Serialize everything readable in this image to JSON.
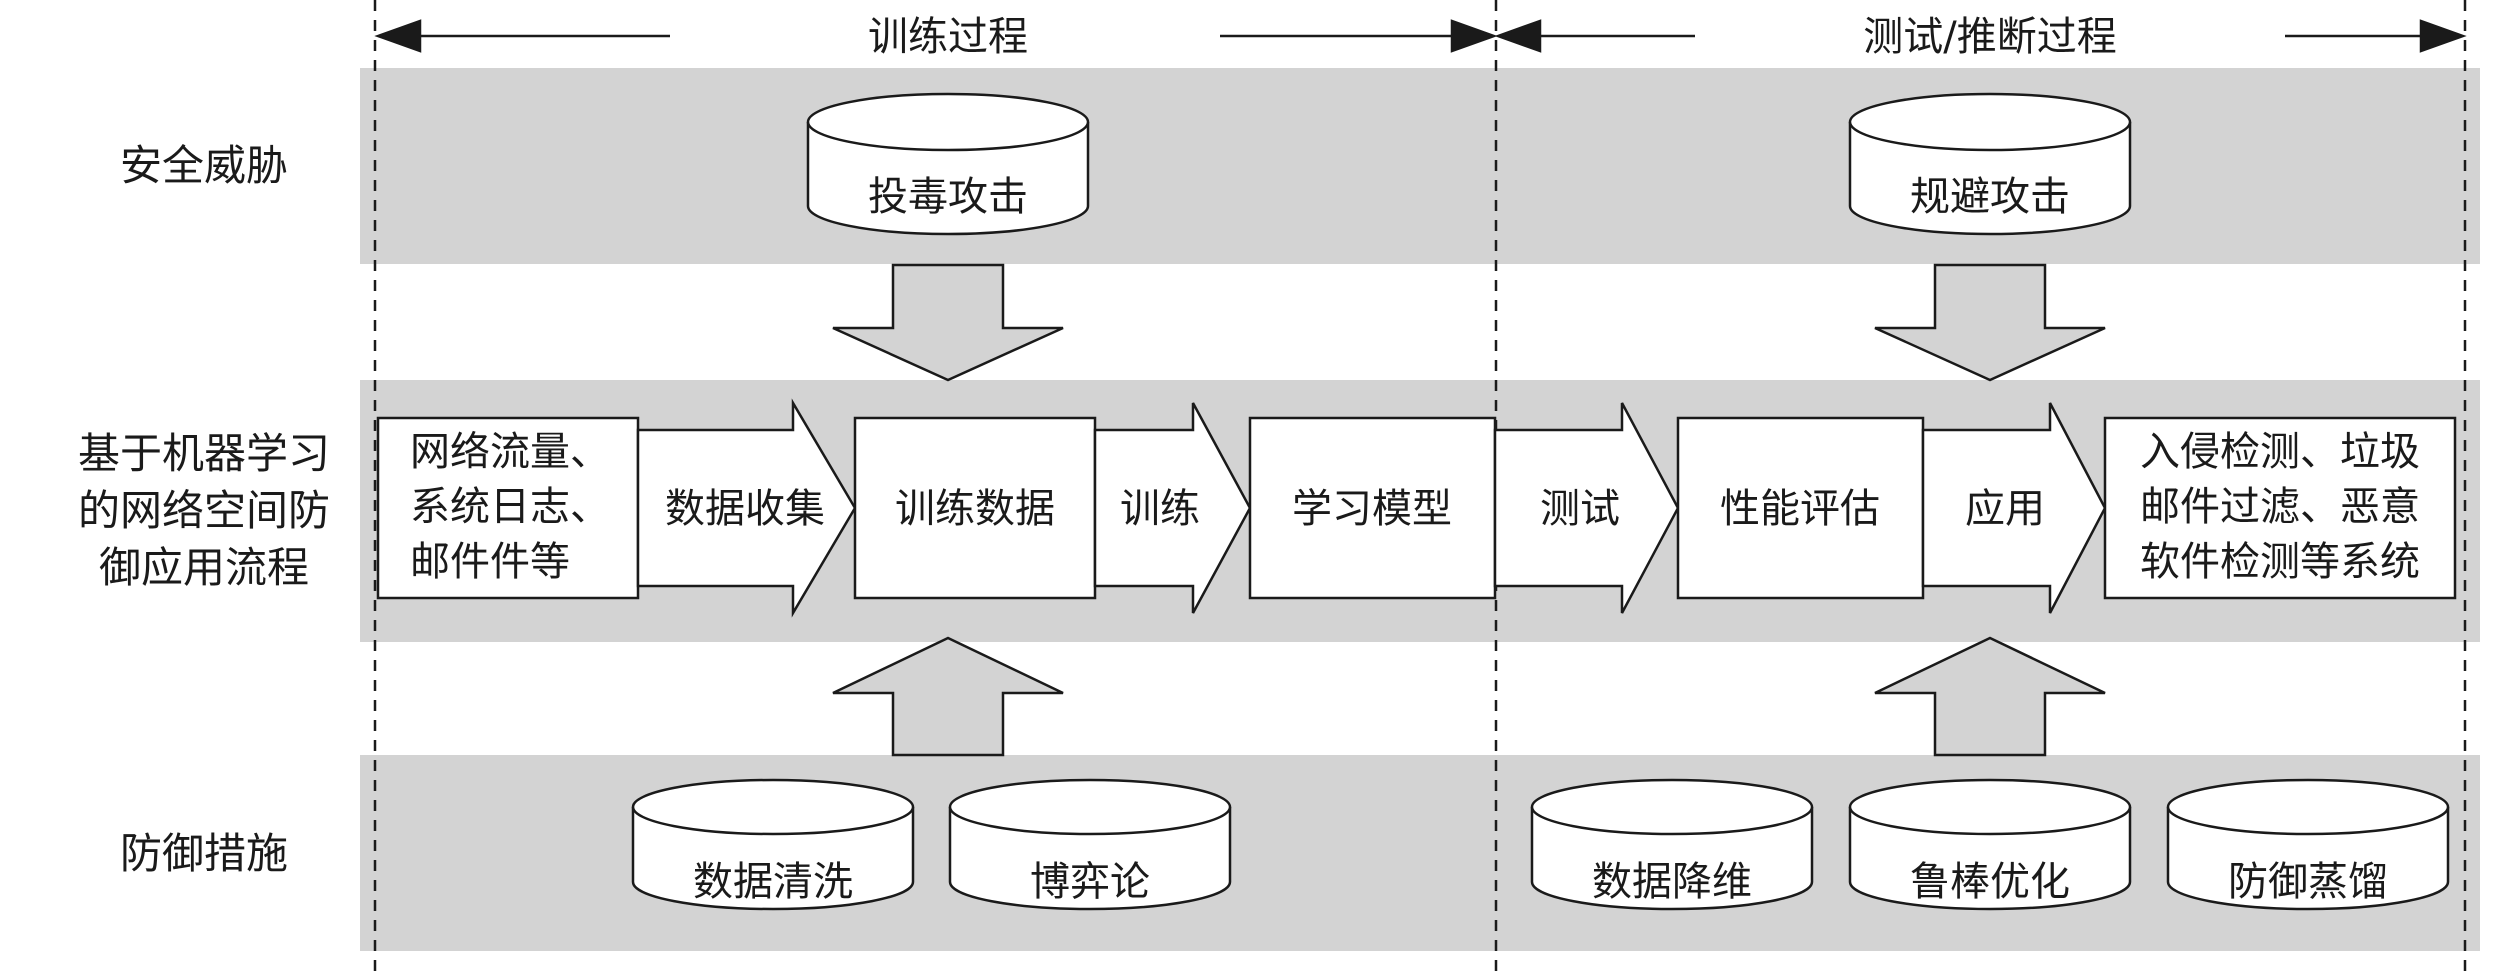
{
  "phases": {
    "training": "训练过程",
    "testing": "测试/推断过程"
  },
  "row_labels": {
    "threats": "安全威胁",
    "flow": [
      "基于机器学习",
      "的网络空间防",
      "御应用流程"
    ],
    "defense": "防御措施"
  },
  "threats": {
    "poisoning": "投毒攻击",
    "evasion": "规避攻击"
  },
  "flow": {
    "sources": [
      "网络流量、",
      "系统日志、",
      "邮件件等"
    ],
    "collect": "数据收集",
    "training_data": "训练数据",
    "train": "训练",
    "model": "学习模型",
    "test": "测试",
    "evaluation": "性能评估",
    "apply": "应用",
    "systems": [
      "入侵检测、垃圾",
      "邮件过滤、恶意",
      "软件检测等系统"
    ]
  },
  "defenses": {
    "cleaning": "数据清洗",
    "game_theory": "博弈论",
    "reduction": "数据降维",
    "robust": "鲁棒优化",
    "distillation": "防御蒸馏"
  },
  "colors": {
    "band": "#d3d3d3",
    "stroke": "#1a1a1a",
    "fill": "#ffffff"
  }
}
